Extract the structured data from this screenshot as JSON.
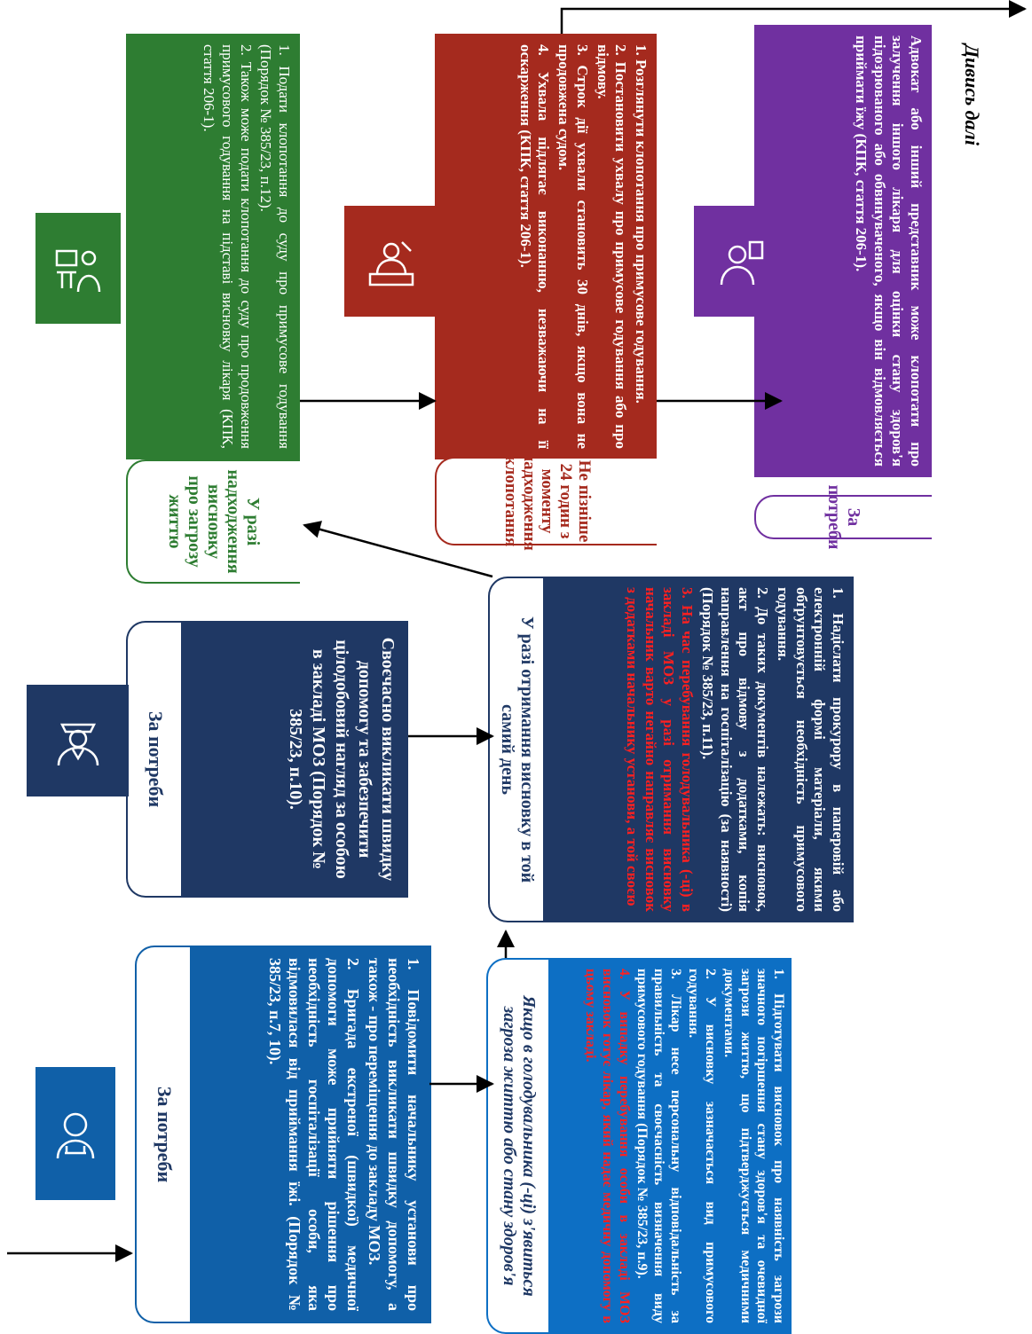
{
  "colors": {
    "blue1": "#1060a8",
    "blue2": "#0d6fc4",
    "navy": "#1f3864",
    "green": "#2e7d32",
    "darkred": "#a52a1e",
    "purple": "#7030a0",
    "alert": "#ff2020"
  },
  "col1": {
    "header": "За потреби",
    "p1": "1. Повідомити начальнику установи про необхідність викликати швидку допомогу, а також - про переміщення до закладу МОЗ.",
    "p2": "2. Бригада екстреної (швидкої) медичної допомоги може прийняти рішення про необхідність госпіталізації особи, яка відмовилася від приймання їжі. (Порядок № 385/23, п.7, 10).",
    "icon": "doctor-icon"
  },
  "col2": {
    "header": "Якщо в голодувальника (-ці) з'явиться загроза життю або стану здоров'я",
    "p1": "1. Підготувати висновок про наявність загрози значного погіршення стану здоров'я та очевидної загрози життю, що підтверджується медичними документами.",
    "p2": "2. У висновку зазначається вид примусового годування.",
    "p3": "3. Лікар несе персональну відповідальність за правильність та своєчасність визначення виду примусового годування (Порядок № 385/23, п.9).",
    "p4": "4. У випадку перебування особи в закладі МОЗ висновок готує лікар, який надає медичну допомогу в цьому закладі."
  },
  "col3": {
    "header": "За потреби",
    "p1": "Своєчасно викликати швидку допомогу та забезпечити цілодобовий нагляд за особою в закладі МОЗ (Порядок № 385/23, п.10).",
    "icon": "guard-icon"
  },
  "col4": {
    "header": "У разі отримання висновку в той самий день",
    "p1": "1. Надіслати прокурору в паперовій або електронній формі матеріали, якими обґрунтовується необхідність примусового годування.",
    "p2": "2. До таких документів належать: висновок, акт про відмову з додатками, копія направлення на госпіталізацію (за наявності) (Порядок № 385/23, п.11).",
    "p3": "3. На час перебування голодувальника (-ці) в закладі МОЗ у разі отримання висновку начальник варто негайно направляє висновок з додатками начальнику установи, а той своєю"
  },
  "col5": {
    "header": "У разі надходження висновку про загрозу життю",
    "p1": "1. Подати клопотання до суду про примусове годування (Порядок № 385/23, п.12).",
    "p2": "2. Також може подати клопотання до суду про продовження примусового годування на підставі висновку лікаря (КПК, стаття 206-1).",
    "icon": "presenter-icon"
  },
  "col6": {
    "header": "Не пізніше 24 годин з моменту надходження клопотання",
    "p1": "1. Розглянути клопотання про примусове годування.",
    "p2": "2. Постановити ухвалу про примусове годування або про відмову.",
    "p3": "3. Строк дії ухвали становить 30 днів, якщо вона не продовжена судом.",
    "p4": "4. Ухвала підлягає виконанню, незважаючи на її оскарження (КПК, стаття 206-1).",
    "icon": "judge-icon"
  },
  "col7": {
    "header": "За потреби",
    "p1": "Адвокат або інший представник може клопотати про залучення іншого лікаря для оцінки стану здоров'я підозрюваного або обвинуваченого, якщо він відмовляється приймати їжу (КПК, стаття 206-1).",
    "icon": "lawyer-icon"
  },
  "footer": {
    "next": "Дивись далі"
  }
}
